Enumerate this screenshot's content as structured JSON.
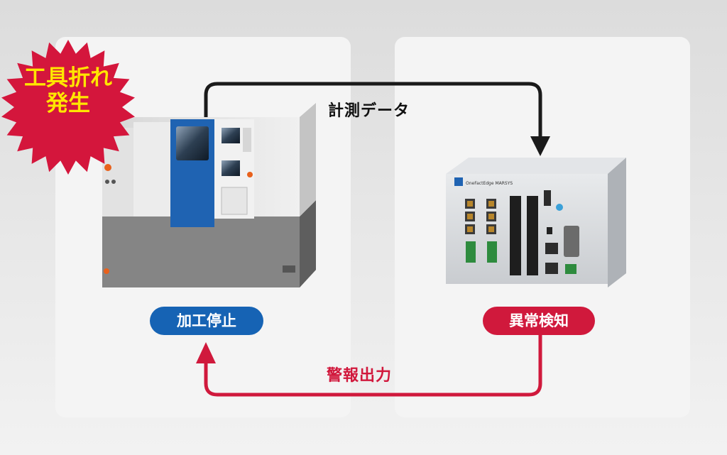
{
  "diagram": {
    "alert_badge": {
      "line1": "工具折れ",
      "line2": "発生"
    },
    "machine_tool": {
      "status_label": "加工停止"
    },
    "controller": {
      "status_label": "異常検知",
      "brand_text": "OneFactEdge MARSYS"
    },
    "flow_measure": {
      "label": "計測データ"
    },
    "flow_alarm": {
      "label": "警報出力"
    },
    "colors": {
      "blue": "#1663b4",
      "red": "#d0193c",
      "badge": "#d4163c",
      "badge_text": "#ffe600"
    }
  }
}
